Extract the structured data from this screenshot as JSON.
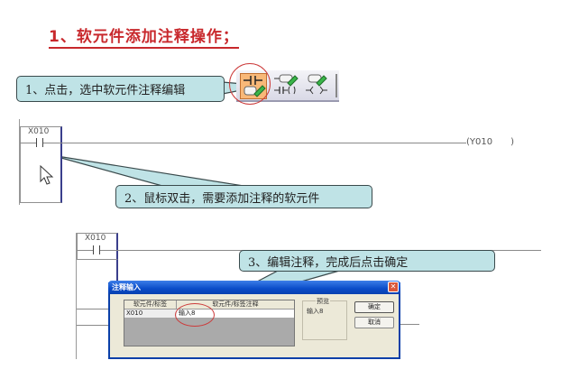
{
  "title": "1、软元件添加注释操作；",
  "colors": {
    "title_red": "#c8282c",
    "callout_fill": "#bfe3e6",
    "callout_border": "#3a4a4c",
    "highlight_circle": "#cc3b3b",
    "toolbar_active": "#f8b878",
    "dialog_titlebar": "#0a4cc8"
  },
  "callouts": [
    {
      "step": 1,
      "text": "1、点击，选中软元件注释编辑"
    },
    {
      "step": 2,
      "text": "2、鼠标双击，需要添加注释的软元件"
    },
    {
      "step": 3,
      "text": "3、编辑注释，完成后点击确定"
    }
  ],
  "toolbar": {
    "buttons": [
      {
        "icon": "device-comment-edit-icon",
        "active": true
      },
      {
        "icon": "statement-note-edit-icon",
        "active": false
      },
      {
        "icon": "note-edit-icon",
        "active": false
      }
    ]
  },
  "ladder_top": {
    "contact": "X010",
    "coil": "(Y010",
    "coil_close": ")",
    "cursor_icon": "mouse-pointer-icon"
  },
  "ladder_bottom": {
    "contact": "X010"
  },
  "dialog": {
    "title": "注释输入",
    "close_icon": "close-icon",
    "columns": [
      "软元件/标签",
      "软元件/标签注释"
    ],
    "rows": [
      {
        "device": "X010",
        "comment": "输入8"
      }
    ],
    "preview_label": "预览",
    "preview_text": "输入8",
    "ok_label": "确定",
    "cancel_label": "取消"
  }
}
